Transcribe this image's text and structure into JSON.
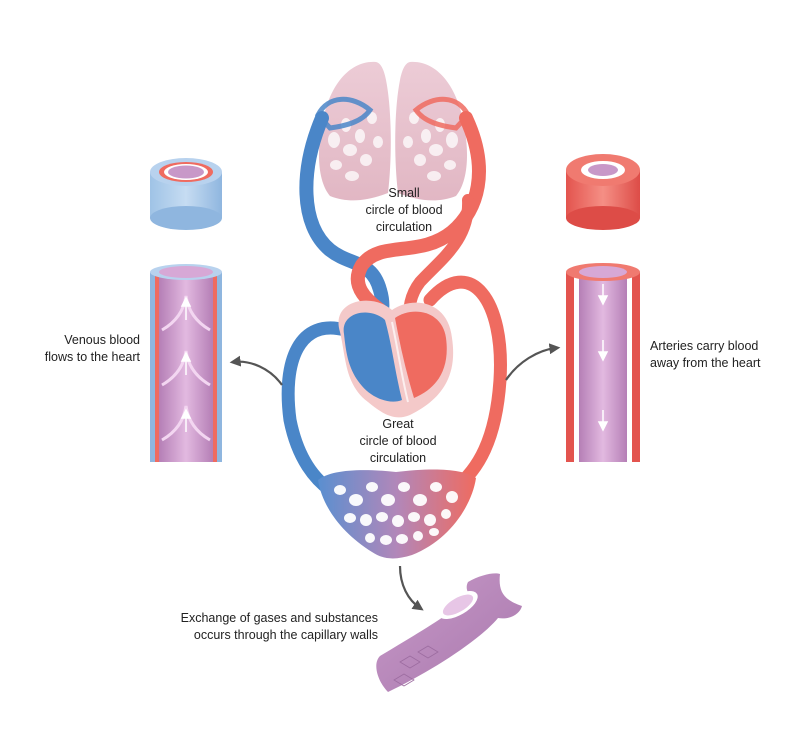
{
  "labels": {
    "small_circle": [
      "Small",
      "circle of blood",
      "circulation"
    ],
    "great_circle": [
      "Great",
      "circle of blood",
      "circulation"
    ],
    "venous": [
      "Venous blood",
      "flows to the heart"
    ],
    "arteries": [
      "Arteries carry blood",
      "away from the heart"
    ],
    "exchange": [
      "Exchange of gases and substances",
      "occurs through the capillary walls"
    ]
  },
  "colors": {
    "vein_blue": "#4a86c8",
    "artery_red": "#ef6b60",
    "lung_pink": "#e3b8c4",
    "capillary_purple": "#b98ab8",
    "vessel_lumen": "#d7a8d6"
  }
}
